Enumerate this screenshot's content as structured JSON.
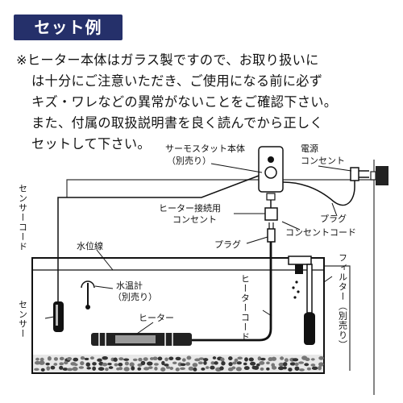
{
  "header": {
    "title": "セット例"
  },
  "note": {
    "lines": [
      "※ヒーター本体はガラス製ですので、お取り扱いに",
      "は十分にご注意いただき、ご使用になる前に必ず",
      "キズ・ワレなどの異常がないことをご確認下さい。",
      "また、付属の取扱説明書を良く読んでから正しく",
      "セットして下さい。"
    ]
  },
  "labels": {
    "thermostat_line1": "サーモスタット本体",
    "thermostat_line2": "（別売り）",
    "power_outlet_line1": "電源",
    "power_outlet_line2": "コンセント",
    "heater_outlet_line1": "ヒーター接続用",
    "heater_outlet_line2": "コンセント",
    "plug_right": "プラグ",
    "outlet_cord": "コンセントコード",
    "plug_center": "プラグ",
    "water_level": "水位線",
    "thermometer_line1": "水温計",
    "thermometer_line2": "（別売り）",
    "heater": "ヒーター",
    "sensor_cord": "センサーコード",
    "sensor": "センサー",
    "heater_cord": "ヒーターコード",
    "filter": "フィルター（別売り）"
  }
}
